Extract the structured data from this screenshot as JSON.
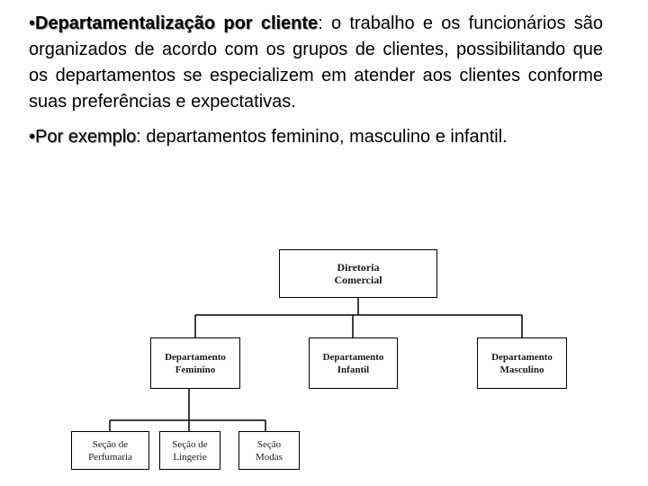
{
  "text": {
    "p1": {
      "bullet": "•",
      "term": "Departamentalização por cliente",
      "rest": ": o trabalho e os funcionários são organizados de acordo com os grupos de clientes, possibilitando que os departamentos se especializem em atender aos clientes conforme suas preferências e expectativas."
    },
    "p2": {
      "bullet": "•",
      "term": "Por exemplo",
      "rest": ": departamentos feminino, masculino e  infantil."
    }
  },
  "org_chart": {
    "root": {
      "line1": "Diretoria",
      "line2": "Comercial"
    },
    "departments": [
      {
        "line1": "Departamento",
        "line2": "Feminino"
      },
      {
        "line1": "Departamento",
        "line2": "Infantil"
      },
      {
        "line1": "Departamento",
        "line2": "Masculino"
      }
    ],
    "sections": [
      {
        "line1": "Seção de",
        "line2": "Perfumaria"
      },
      {
        "line1": "Seção de",
        "line2": "Lingerie"
      },
      {
        "line1": "Seção",
        "line2": "Modas"
      }
    ]
  }
}
